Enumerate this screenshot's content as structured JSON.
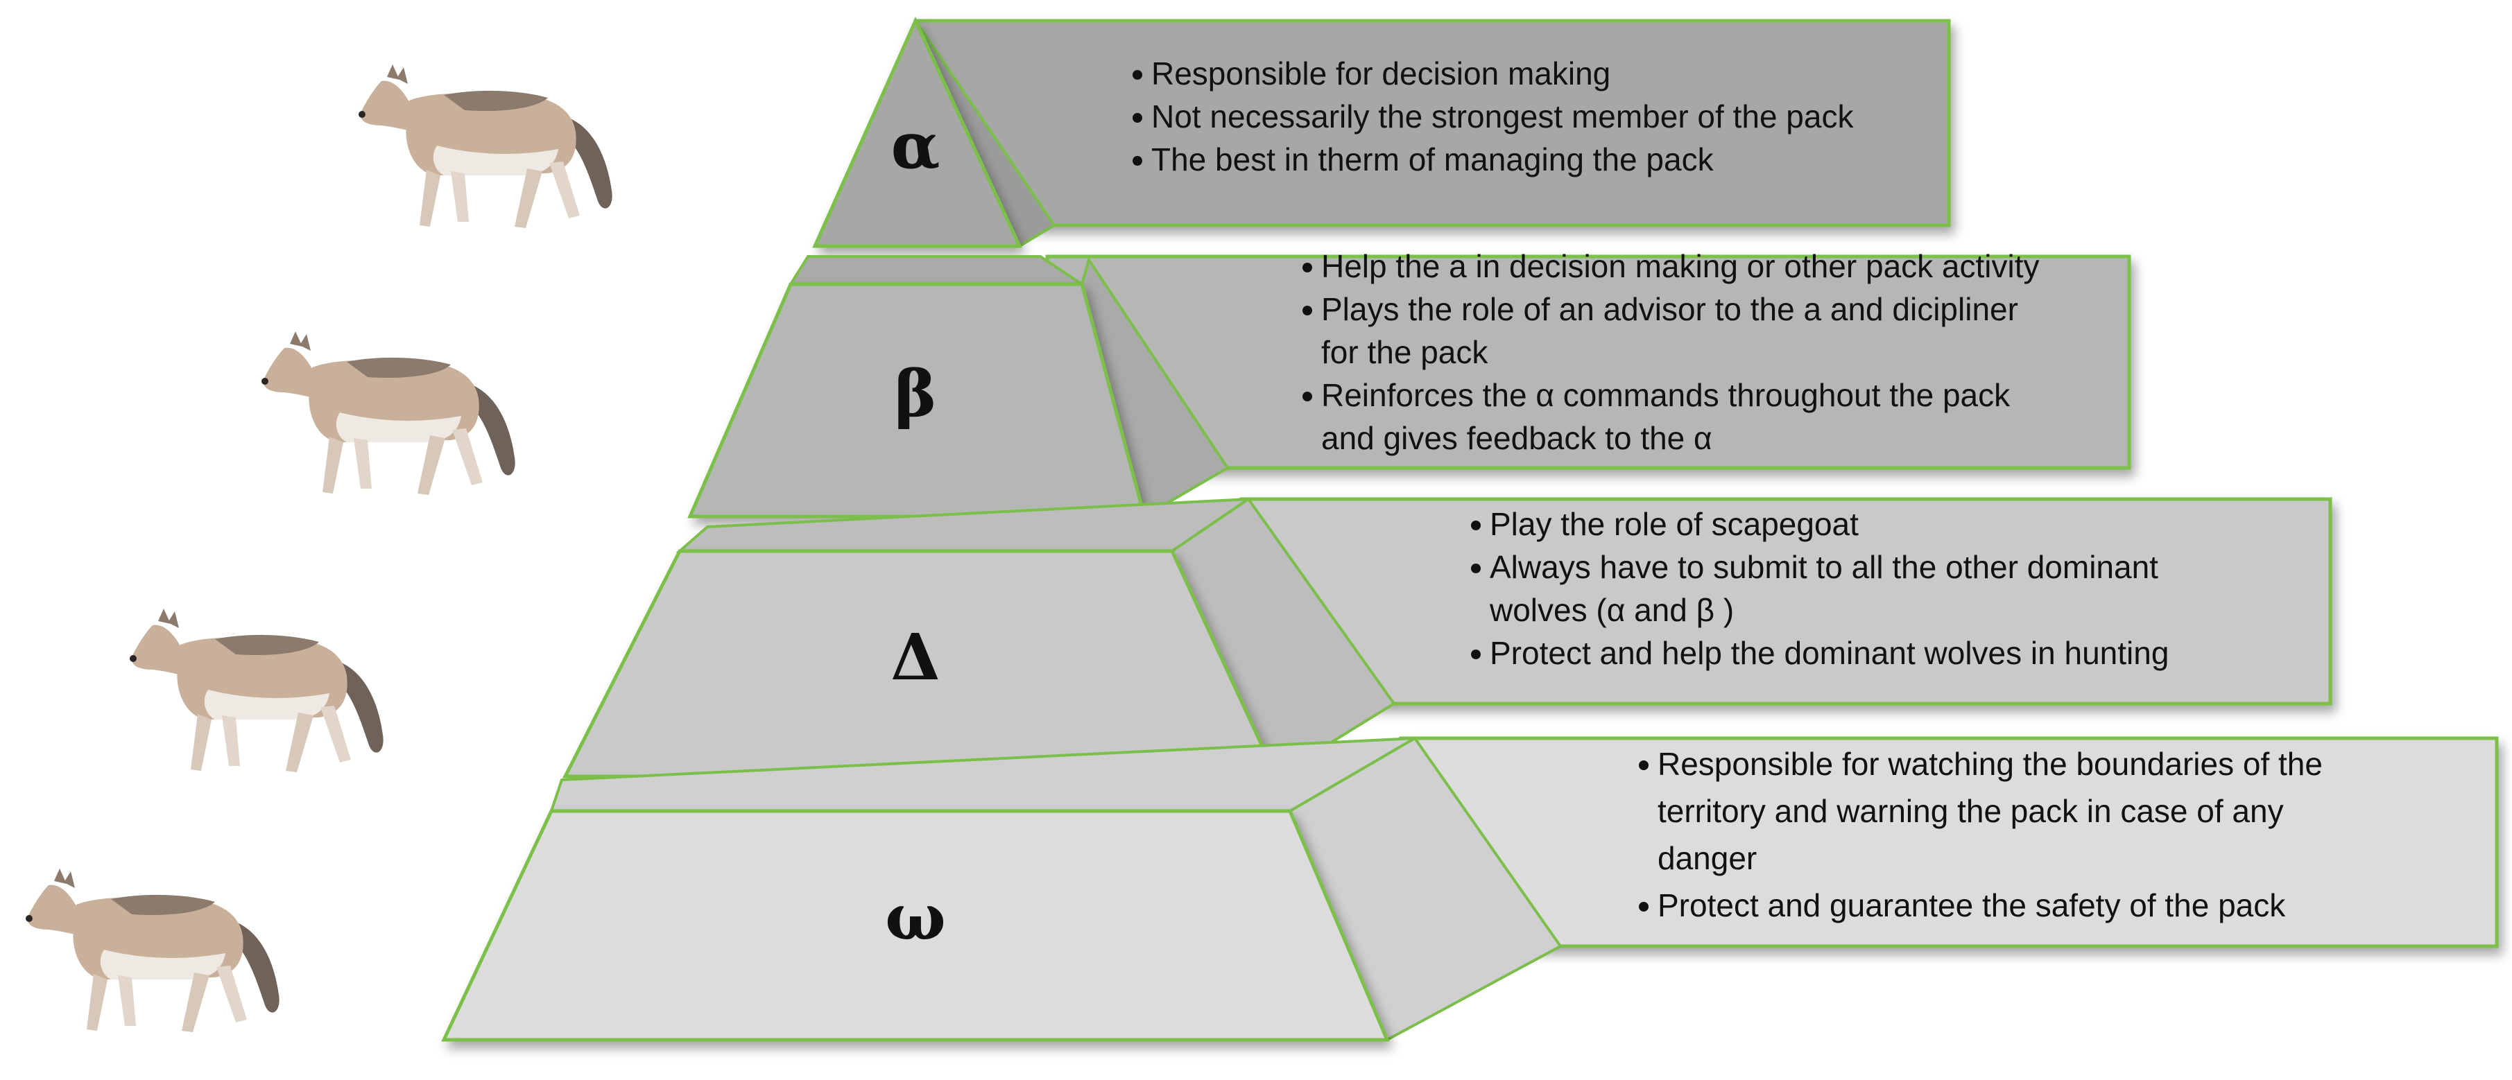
{
  "levels": [
    {
      "symbol": "α",
      "fill": "#a6a8a6",
      "side_fill": "#9a9c9a",
      "bullets": [
        [
          "Responsible for decision making"
        ],
        [
          "Not necessarily the strongest member of the pack"
        ],
        [
          "The best in therm of managing the pack"
        ]
      ]
    },
    {
      "symbol": "β",
      "fill": "#b5b7b5",
      "side_fill": "#a9aba9",
      "bullets": [
        [
          "Help the a in decision making or other pack activity"
        ],
        [
          "Plays the role of an advisor to the a and dicipliner",
          "for the pack"
        ],
        [
          "Reinforces the α commands throughout the pack",
          "and gives feedback to the α"
        ]
      ]
    },
    {
      "symbol": "Δ",
      "fill": "#c8c9c8",
      "side_fill": "#bcbdbc",
      "bullets": [
        [
          "Play the role of scapegoat"
        ],
        [
          "Always have to submit to all the other dominant",
          "wolves (α and β )"
        ],
        [
          "Protect and help the dominant wolves in hunting"
        ]
      ]
    },
    {
      "symbol": "ω",
      "fill": "#dcdcdc",
      "side_fill": "#d0d0d0",
      "bullets": [
        [
          "Responsible for watching the boundaries of the",
          "territory and warning the pack in case of any",
          "danger"
        ],
        [
          "Protect and guarantee the safety of the pack"
        ]
      ]
    }
  ],
  "colors": {
    "outline": "#7bbf4a",
    "text": "#111111",
    "wolf_fur": "#c9b09a",
    "wolf_belly": "#efe9e3",
    "wolf_dark": "#6e6259"
  },
  "icons": [
    "wolf-icon",
    "wolf-icon",
    "wolf-icon",
    "wolf-icon"
  ]
}
